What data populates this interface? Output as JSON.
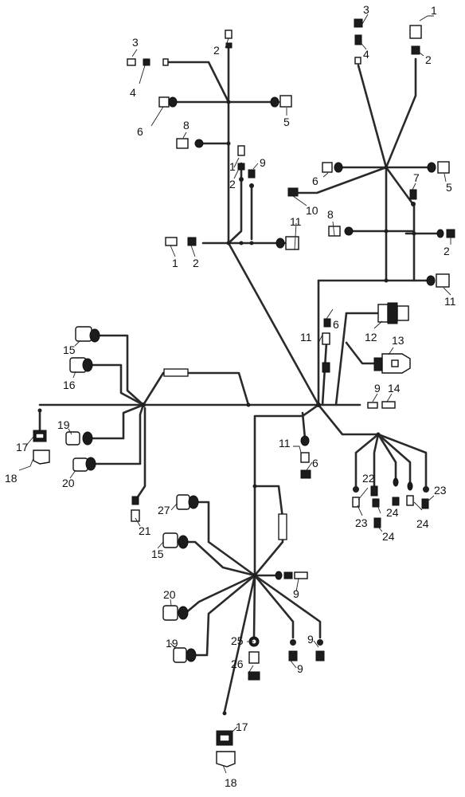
{
  "callouts": [
    {
      "id": "c-1a",
      "text": "1"
    },
    {
      "id": "c-2a",
      "text": "2"
    },
    {
      "id": "c-3a",
      "text": "3"
    },
    {
      "id": "c-4a",
      "text": "4"
    },
    {
      "id": "c-2b",
      "text": "2"
    },
    {
      "id": "c-3b",
      "text": "3"
    },
    {
      "id": "c-4b",
      "text": "4"
    },
    {
      "id": "c-5a",
      "text": "5"
    },
    {
      "id": "c-6a",
      "text": "6"
    },
    {
      "id": "c-8a",
      "text": "8"
    },
    {
      "id": "c-1b",
      "text": "1"
    },
    {
      "id": "c-2c",
      "text": "2"
    },
    {
      "id": "c-9a",
      "text": "9"
    },
    {
      "id": "c-6b",
      "text": "6"
    },
    {
      "id": "c-7a",
      "text": "7"
    },
    {
      "id": "c-5b",
      "text": "5"
    },
    {
      "id": "c-10a",
      "text": "10"
    },
    {
      "id": "c-8b",
      "text": "8"
    },
    {
      "id": "c-11a",
      "text": "11"
    },
    {
      "id": "c-2d",
      "text": "2"
    },
    {
      "id": "c-1c",
      "text": "1"
    },
    {
      "id": "c-2e",
      "text": "2"
    },
    {
      "id": "c-11b",
      "text": "11"
    },
    {
      "id": "c-6c",
      "text": "6"
    },
    {
      "id": "c-12a",
      "text": "12"
    },
    {
      "id": "c-13a",
      "text": "13"
    },
    {
      "id": "c-11c",
      "text": "11"
    },
    {
      "id": "c-15a",
      "text": "15"
    },
    {
      "id": "c-16a",
      "text": "16"
    },
    {
      "id": "c-9b",
      "text": "9"
    },
    {
      "id": "c-14a",
      "text": "14"
    },
    {
      "id": "c-17a",
      "text": "17"
    },
    {
      "id": "c-19a",
      "text": "19"
    },
    {
      "id": "c-18a",
      "text": "18"
    },
    {
      "id": "c-20a",
      "text": "20"
    },
    {
      "id": "c-11d",
      "text": "11"
    },
    {
      "id": "c-6d",
      "text": "6"
    },
    {
      "id": "c-22a",
      "text": "22"
    },
    {
      "id": "c-23a",
      "text": "23"
    },
    {
      "id": "c-23b",
      "text": "23"
    },
    {
      "id": "c-24a",
      "text": "24"
    },
    {
      "id": "c-24b",
      "text": "24"
    },
    {
      "id": "c-24c",
      "text": "24"
    },
    {
      "id": "c-27a",
      "text": "27"
    },
    {
      "id": "c-21a",
      "text": "21"
    },
    {
      "id": "c-15b",
      "text": "15"
    },
    {
      "id": "c-9c",
      "text": "9"
    },
    {
      "id": "c-20b",
      "text": "20"
    },
    {
      "id": "c-25a",
      "text": "25"
    },
    {
      "id": "c-9d",
      "text": "9"
    },
    {
      "id": "c-9e",
      "text": "9"
    },
    {
      "id": "c-19b",
      "text": "19"
    },
    {
      "id": "c-26a",
      "text": "26"
    },
    {
      "id": "c-17b",
      "text": "17"
    },
    {
      "id": "c-18b",
      "text": "18"
    }
  ]
}
